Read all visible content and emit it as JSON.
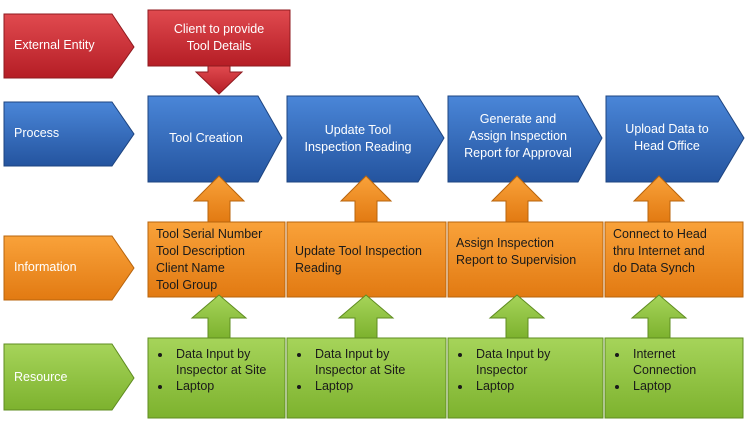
{
  "rows": {
    "external_entity": "External Entity",
    "process": "Process",
    "information": "Information",
    "resource": "Resource"
  },
  "external": {
    "client_box": "Client to provide\nTool Details"
  },
  "process": {
    "step1": "Tool Creation",
    "step2": "Update Tool\nInspection Reading",
    "step3": "Generate and\nAssign Inspection\nReport for Approval",
    "step4": "Upload Data to\nHead Office"
  },
  "information": {
    "box1": "Tool Serial Number\nTool Description\nClient Name\nTool Group",
    "box2": "Update Tool Inspection\nReading",
    "box3": "Assign Inspection\nReport to Supervision",
    "box4": "Connect to Head\nthru Internet and\ndo Data Synch"
  },
  "resource": {
    "box1": [
      "Data Input by\nInspector at Site",
      "Laptop"
    ],
    "box2": [
      "Data Input by\nInspector at Site",
      "Laptop"
    ],
    "box3": [
      "Data Input by\nInspector",
      "Laptop"
    ],
    "box4": [
      "Internet\nConnection",
      "Laptop"
    ]
  },
  "colors": {
    "red": "#c8202a",
    "blue": "#2e63b8",
    "orange": "#f08a1c",
    "green": "#8cc43a"
  }
}
